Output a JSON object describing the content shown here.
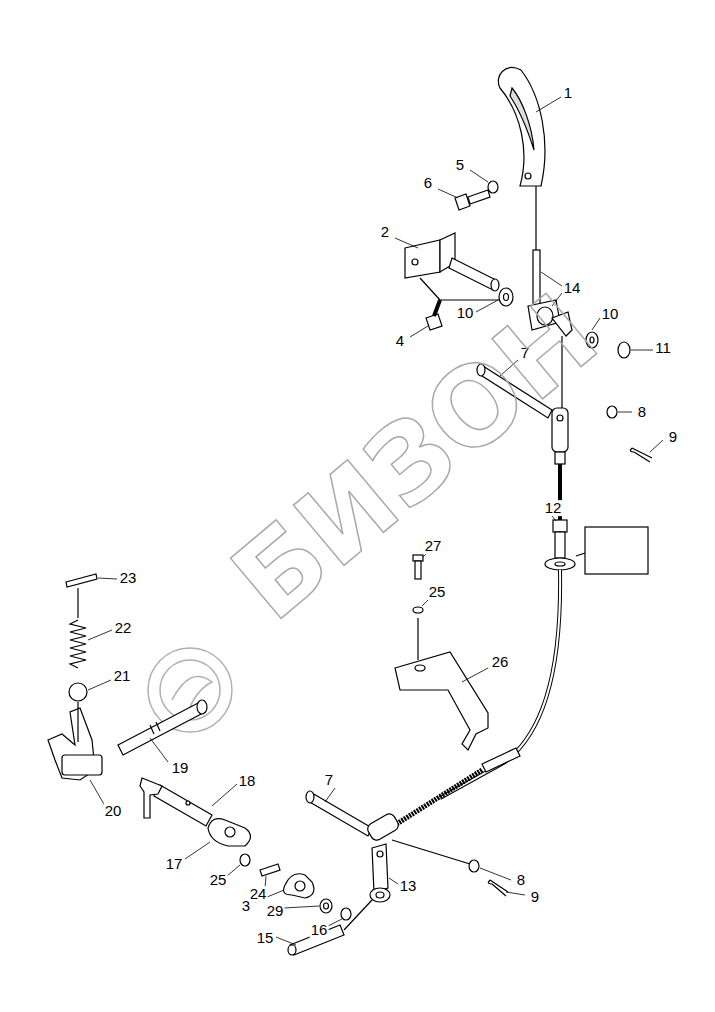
{
  "diagram": {
    "labels": [
      "1",
      "5",
      "6",
      "2",
      "14",
      "10",
      "10",
      "11",
      "4",
      "7",
      "8",
      "9",
      "12",
      "27",
      "25",
      "26",
      "23",
      "22",
      "21",
      "19",
      "18",
      "20",
      "7",
      "17",
      "25",
      "24",
      "3",
      "29",
      "16",
      "13",
      "8",
      "9",
      "15",
      "БИЗОН"
    ]
  }
}
